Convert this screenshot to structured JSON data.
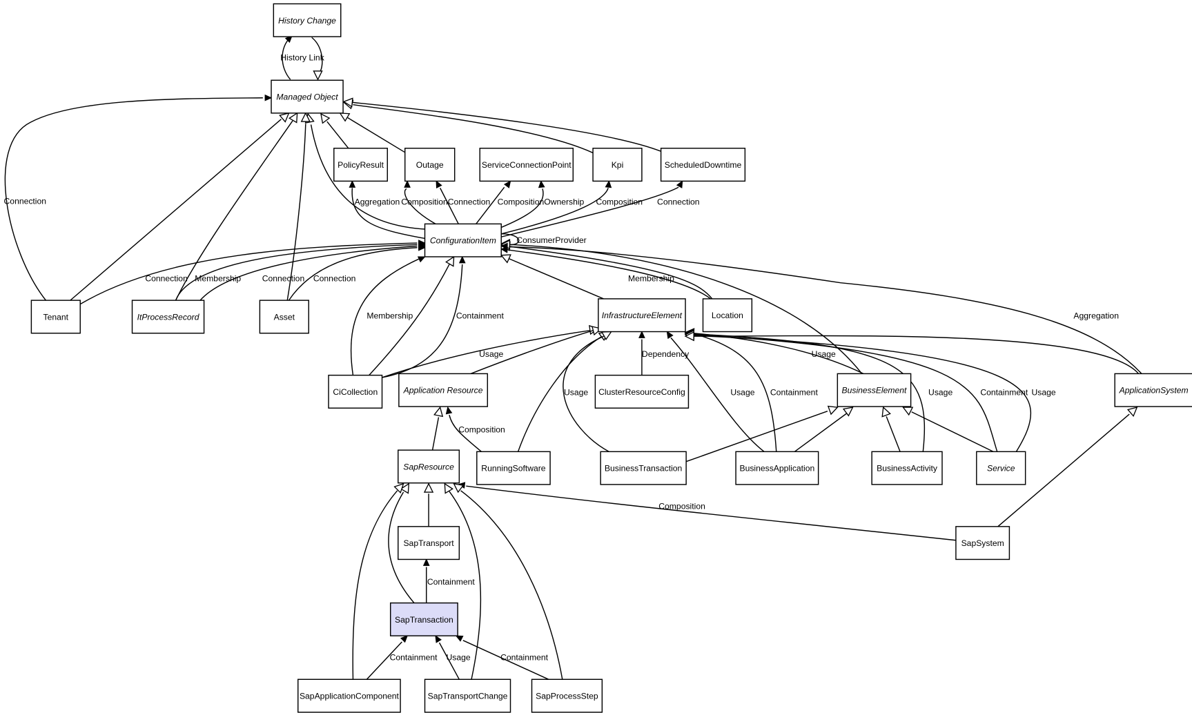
{
  "diagram": {
    "highlight_color": "#dcdcf8",
    "nodes": [
      {
        "id": "history_change",
        "label": "History Change",
        "abstract": true
      },
      {
        "id": "managed_object",
        "label": "Managed Object",
        "abstract": true
      },
      {
        "id": "policy_result",
        "label": "PolicyResult",
        "abstract": false
      },
      {
        "id": "outage",
        "label": "Outage",
        "abstract": false
      },
      {
        "id": "service_connection_point",
        "label": "ServiceConnectionPoint",
        "abstract": false
      },
      {
        "id": "kpi",
        "label": "Kpi",
        "abstract": false
      },
      {
        "id": "scheduled_downtime",
        "label": "ScheduledDowntime",
        "abstract": false
      },
      {
        "id": "configuration_item",
        "label": "ConfigurationItem",
        "abstract": true
      },
      {
        "id": "tenant",
        "label": "Tenant",
        "abstract": false
      },
      {
        "id": "it_process_record",
        "label": "ItProcessRecord",
        "abstract": true
      },
      {
        "id": "asset",
        "label": "Asset",
        "abstract": false
      },
      {
        "id": "infrastructure_element",
        "label": "InfrastructureElement",
        "abstract": true
      },
      {
        "id": "location",
        "label": "Location",
        "abstract": false
      },
      {
        "id": "ci_collection",
        "label": "CiCollection",
        "abstract": false
      },
      {
        "id": "application_resource",
        "label": "Application Resource",
        "abstract": true
      },
      {
        "id": "cluster_resource_config",
        "label": "ClusterResourceConfig",
        "abstract": false
      },
      {
        "id": "business_element",
        "label": "BusinessElement",
        "abstract": true
      },
      {
        "id": "application_system",
        "label": "ApplicationSystem",
        "abstract": true
      },
      {
        "id": "sap_resource",
        "label": "SapResource",
        "abstract": true
      },
      {
        "id": "running_software",
        "label": "RunningSoftware",
        "abstract": false
      },
      {
        "id": "business_transaction",
        "label": "BusinessTransaction",
        "abstract": false
      },
      {
        "id": "business_application",
        "label": "BusinessApplication",
        "abstract": false
      },
      {
        "id": "business_activity",
        "label": "BusinessActivity",
        "abstract": false
      },
      {
        "id": "service",
        "label": "Service",
        "abstract": true
      },
      {
        "id": "sap_transport",
        "label": "SapTransport",
        "abstract": false
      },
      {
        "id": "sap_system",
        "label": "SapSystem",
        "abstract": false
      },
      {
        "id": "sap_transaction",
        "label": "SapTransaction",
        "abstract": false,
        "highlighted": true
      },
      {
        "id": "sap_application_component",
        "label": "SapApplicationComponent",
        "abstract": false
      },
      {
        "id": "sap_transport_change",
        "label": "SapTransportChange",
        "abstract": false
      },
      {
        "id": "sap_process_step",
        "label": "SapProcessStep",
        "abstract": false
      }
    ],
    "edges": [
      {
        "id": "e-history-link",
        "label": "History Link",
        "kind": "association"
      },
      {
        "id": "e-hc-mo",
        "label": "",
        "kind": "inheritance"
      },
      {
        "id": "e-policy-mo",
        "label": "",
        "kind": "inheritance"
      },
      {
        "id": "e-outage-mo",
        "label": "",
        "kind": "inheritance"
      },
      {
        "id": "e-kpi-mo",
        "label": "",
        "kind": "inheritance"
      },
      {
        "id": "e-sd-mo",
        "label": "",
        "kind": "inheritance"
      },
      {
        "id": "e-ci-mo",
        "label": "",
        "kind": "inheritance"
      },
      {
        "id": "e-tenant-mo-conn",
        "label": "Connection",
        "kind": "association"
      },
      {
        "id": "e-tenant-mo",
        "label": "",
        "kind": "inheritance"
      },
      {
        "id": "e-itpr-mo",
        "label": "",
        "kind": "inheritance"
      },
      {
        "id": "e-asset-mo",
        "label": "",
        "kind": "inheritance"
      },
      {
        "id": "e-ci-policy",
        "label": "Aggregation",
        "kind": "association"
      },
      {
        "id": "e-ci-outage-comp",
        "label": "Composition",
        "kind": "association"
      },
      {
        "id": "e-ci-outage-conn",
        "label": "Connection",
        "kind": "association"
      },
      {
        "id": "e-ci-scp-comp",
        "label": "Composition",
        "kind": "association"
      },
      {
        "id": "e-ci-scp-own",
        "label": "Ownership",
        "kind": "association"
      },
      {
        "id": "e-ci-kpi",
        "label": "Composition",
        "kind": "association"
      },
      {
        "id": "e-ci-sd",
        "label": "Connection",
        "kind": "association"
      },
      {
        "id": "e-ci-self",
        "label": "ConsumerProvider",
        "kind": "association"
      },
      {
        "id": "e-tenant-ci",
        "label": "Connection",
        "kind": "association"
      },
      {
        "id": "e-itpr-ci-memb",
        "label": "Membership",
        "kind": "association"
      },
      {
        "id": "e-itpr-ci-conn",
        "label": "Connection",
        "kind": "association"
      },
      {
        "id": "e-asset-ci",
        "label": "Connection",
        "kind": "association"
      },
      {
        "id": "e-location-ci-memb",
        "label": "Membership",
        "kind": "association"
      },
      {
        "id": "e-location-ci",
        "label": "",
        "kind": "inheritance"
      },
      {
        "id": "e-ie-ci",
        "label": "",
        "kind": "inheritance"
      },
      {
        "id": "e-cic-ci-memb",
        "label": "Membership",
        "kind": "association"
      },
      {
        "id": "e-cic-ci",
        "label": "",
        "kind": "inheritance"
      },
      {
        "id": "e-cic-ci-cont",
        "label": "Containment",
        "kind": "association"
      },
      {
        "id": "e-cic-ie-usage",
        "label": "Usage",
        "kind": "association"
      },
      {
        "id": "e-appres-ie",
        "label": "",
        "kind": "inheritance"
      },
      {
        "id": "e-crc-ie",
        "label": "Dependency",
        "kind": "association"
      },
      {
        "id": "e-rs-ie",
        "label": "",
        "kind": "inheritance"
      },
      {
        "id": "e-bt-ie-usage",
        "label": "Usage",
        "kind": "association"
      },
      {
        "id": "e-ba-ie-usage",
        "label": "Usage",
        "kind": "association"
      },
      {
        "id": "e-ba-ie-cont",
        "label": "Containment",
        "kind": "association"
      },
      {
        "id": "e-be-ie-usage",
        "label": "Usage",
        "kind": "association"
      },
      {
        "id": "e-bact-ie-usage",
        "label": "Usage",
        "kind": "association"
      },
      {
        "id": "e-svc-ie-cont",
        "label": "Containment",
        "kind": "association"
      },
      {
        "id": "e-svc-ie-usage",
        "label": "Usage",
        "kind": "association"
      },
      {
        "id": "e-as-ie",
        "label": "",
        "kind": "inheritance"
      },
      {
        "id": "e-be-ci",
        "label": "",
        "kind": "inheritance"
      },
      {
        "id": "e-as-ci-aggr",
        "label": "Aggregation",
        "kind": "association"
      },
      {
        "id": "e-bt-be",
        "label": "",
        "kind": "inheritance"
      },
      {
        "id": "e-bapp-be",
        "label": "",
        "kind": "inheritance"
      },
      {
        "id": "e-bact-be",
        "label": "",
        "kind": "inheritance"
      },
      {
        "id": "e-svc-be",
        "label": "",
        "kind": "inheritance"
      },
      {
        "id": "e-sapres-appres",
        "label": "",
        "kind": "inheritance"
      },
      {
        "id": "e-rs-appres",
        "label": "Composition",
        "kind": "association"
      },
      {
        "id": "e-saptr-sapres",
        "label": "",
        "kind": "inheritance"
      },
      {
        "id": "e-sapsys-sapres",
        "label": "Composition",
        "kind": "association"
      },
      {
        "id": "e-sapsys-as",
        "label": "",
        "kind": "inheritance"
      },
      {
        "id": "e-saptx-sapres",
        "label": "",
        "kind": "inheritance"
      },
      {
        "id": "e-saptx-saptr",
        "label": "Containment",
        "kind": "association"
      },
      {
        "id": "e-sac-sapres",
        "label": "",
        "kind": "inheritance"
      },
      {
        "id": "e-stc-sapres",
        "label": "",
        "kind": "inheritance"
      },
      {
        "id": "e-sps-sapres",
        "label": "",
        "kind": "inheritance"
      },
      {
        "id": "e-sac-saptx",
        "label": "Containment",
        "kind": "association"
      },
      {
        "id": "e-stc-saptx",
        "label": "Usage",
        "kind": "association"
      },
      {
        "id": "e-sps-saptx",
        "label": "Containment",
        "kind": "association"
      }
    ]
  }
}
